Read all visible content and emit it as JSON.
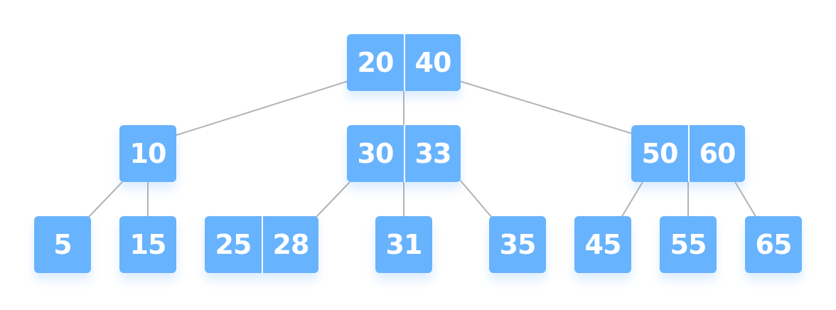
{
  "colors": {
    "node_fill": "#68b3fd",
    "key_text": "#ffffff",
    "edge": "#b3b3b3",
    "background": "#ffffff"
  },
  "tree": {
    "root": {
      "keys": [
        "20",
        "40"
      ]
    },
    "level1": [
      {
        "keys": [
          "10"
        ]
      },
      {
        "keys": [
          "30",
          "33"
        ]
      },
      {
        "keys": [
          "50",
          "60"
        ]
      }
    ],
    "level2": [
      {
        "keys": [
          "5"
        ]
      },
      {
        "keys": [
          "15"
        ]
      },
      {
        "keys": [
          "25",
          "28"
        ]
      },
      {
        "keys": [
          "31"
        ]
      },
      {
        "keys": [
          "35"
        ]
      },
      {
        "keys": [
          "45"
        ]
      },
      {
        "keys": [
          "55"
        ]
      },
      {
        "keys": [
          "65"
        ]
      }
    ]
  }
}
